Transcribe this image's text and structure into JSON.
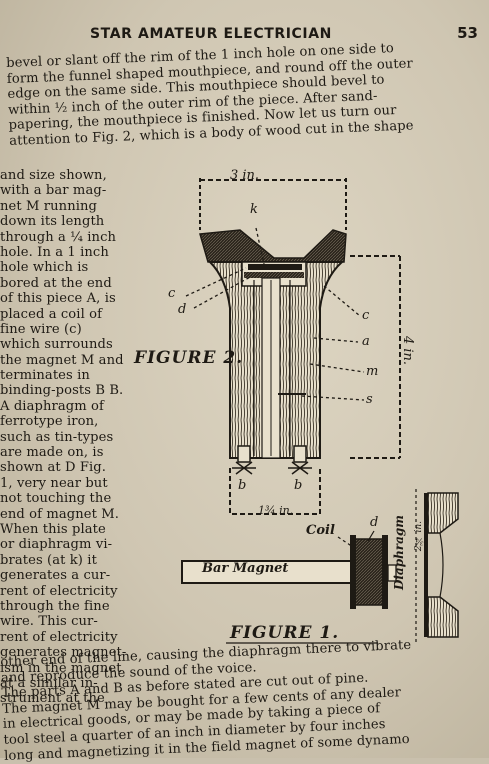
{
  "header": {
    "running_title": "STAR AMATEUR ELECTRICIAN",
    "page_number": "53"
  },
  "top_lines": [
    "bevel or slant off the rim of the 1 inch hole on one side to",
    "form the funnel shaped mouthpiece, and round off the outer",
    "edge on the same side.  This mouthpiece should bevel to",
    "within ½ inch of the outer rim of the piece.  After sand-",
    "papering, the mouthpiece is finished.  Now let us turn our",
    "attention to Fig. 2, which is a body of wood cut in the shape"
  ],
  "left_column": [
    "and size shown,",
    "with a bar mag-",
    "net M running",
    "down its length",
    "through a ¼ inch",
    "hole.  In a 1 inch",
    "hole which is",
    "bored at the end",
    "of this piece A, is",
    "placed a coil of",
    "fine wire (c)",
    "which surrounds",
    "the magnet M and",
    "terminates in",
    "binding-posts B B.",
    "A diaphragm of",
    "ferrotype iron,",
    "such as tin-types",
    "are made on, is",
    "shown at D Fig.",
    "1, very near but",
    "not touching the",
    "end of magnet M.",
    "When this plate",
    "or diaphragm vi-",
    "brates (at k) it",
    "generates a cur-",
    "rent of electricity",
    "through the fine",
    "wire.  This cur-",
    "rent of electricity",
    "generates magnet-",
    "ism in the magnet",
    "at a similar in-",
    "strument at the"
  ],
  "bottom_lines": [
    "other end of the line, causing the diaphragm there to vibrate",
    "and reproduce the sound of the voice.",
    "The parts A and B as before stated are cut out of pine.",
    "The magnet M may be bought for a few cents of any dealer",
    "in electrical goods, or may be made by taking a piece of",
    "tool steel a quarter of an inch in diameter by four inches",
    "long and magnetizing it in the field magnet of some dynamo"
  ],
  "figure2": {
    "caption": "FIGURE 2.",
    "dim_top": "3 in.",
    "dim_side": "4 in.",
    "dim_bottom": "1¾ in.",
    "labels": [
      "k",
      "c",
      "d",
      "c",
      "a",
      "m",
      "s",
      "b",
      "b"
    ]
  },
  "figure1": {
    "caption": "FIGURE 1.",
    "coil_label": "Coil",
    "coil_letter": "d",
    "magnet_label": "Bar Magnet",
    "diaphragm_label": "Diaphragm",
    "diaphragm_dim": "2¾ in."
  }
}
